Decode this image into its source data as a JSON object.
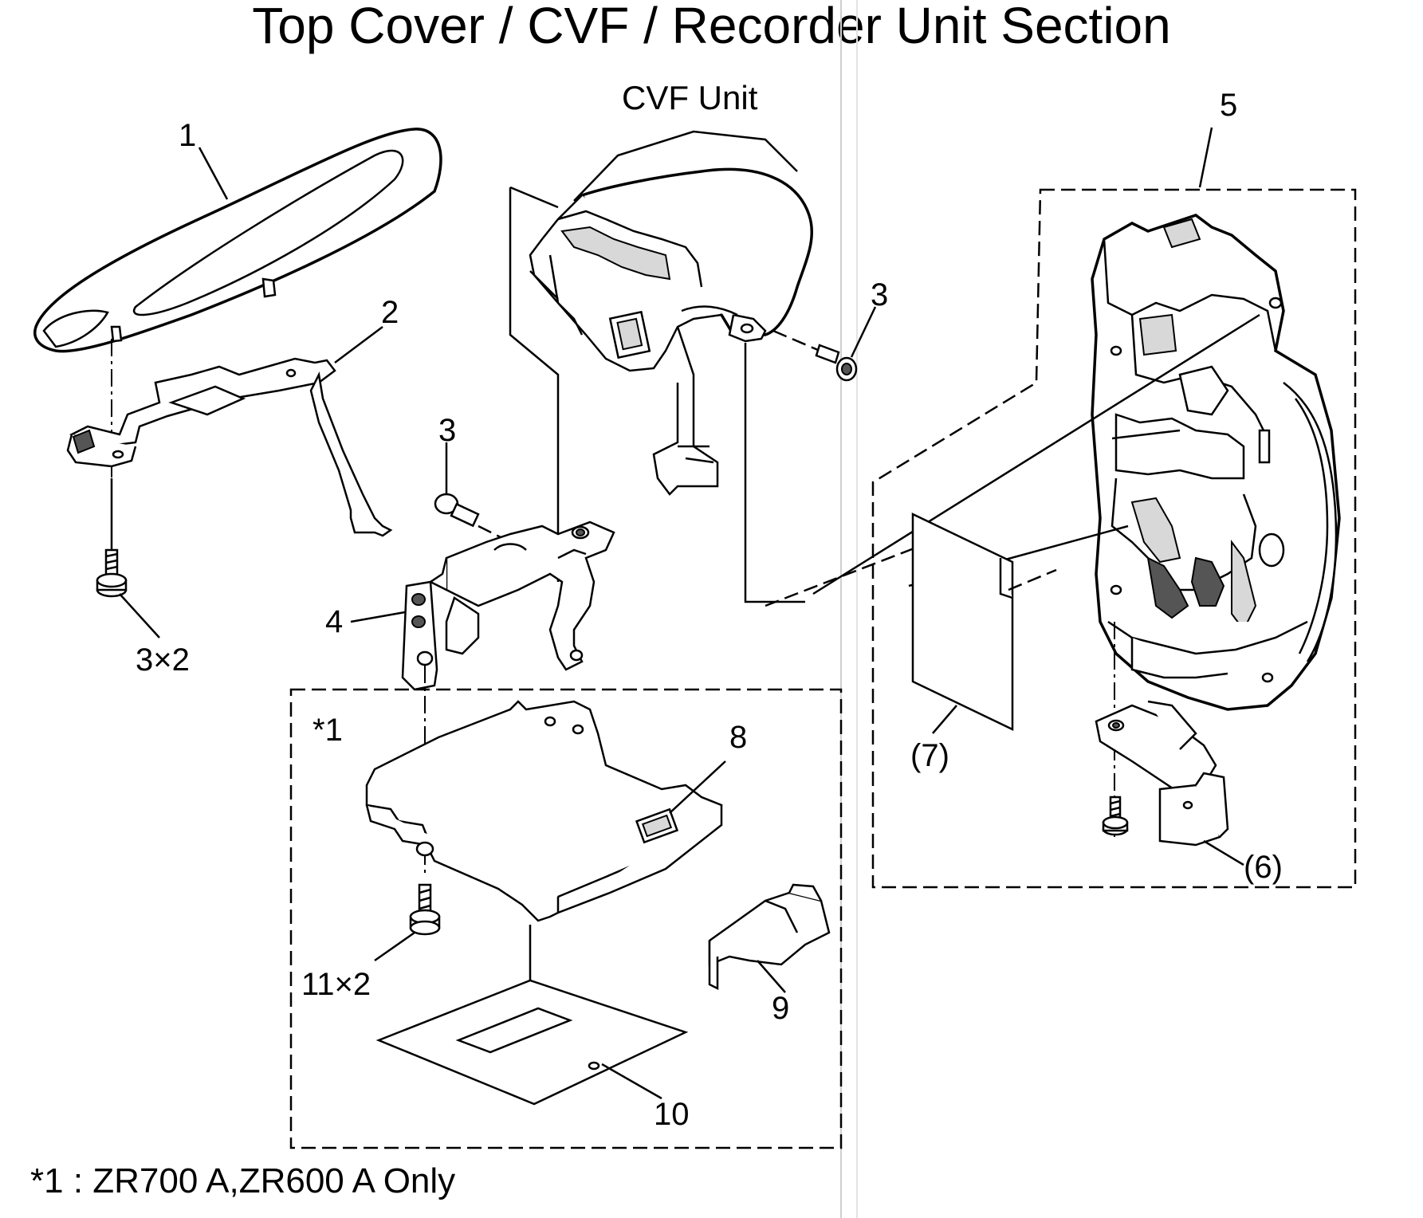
{
  "title": "Top Cover / CVF / Recorder Unit Section",
  "labels": {
    "cvf_unit": "CVF Unit",
    "part_1": "1",
    "part_2": "2",
    "part_3_right": "3",
    "part_3_mid": "3",
    "part_3x2": "3×2",
    "part_4": "4",
    "part_5": "5",
    "part_6": "(6)",
    "part_7": "(7)",
    "part_8": "8",
    "part_9": "9",
    "part_10": "10",
    "part_11x2": "11×2",
    "group_mark": "*1"
  },
  "footnote": "*1 : ZR700 A,ZR600 A Only"
}
